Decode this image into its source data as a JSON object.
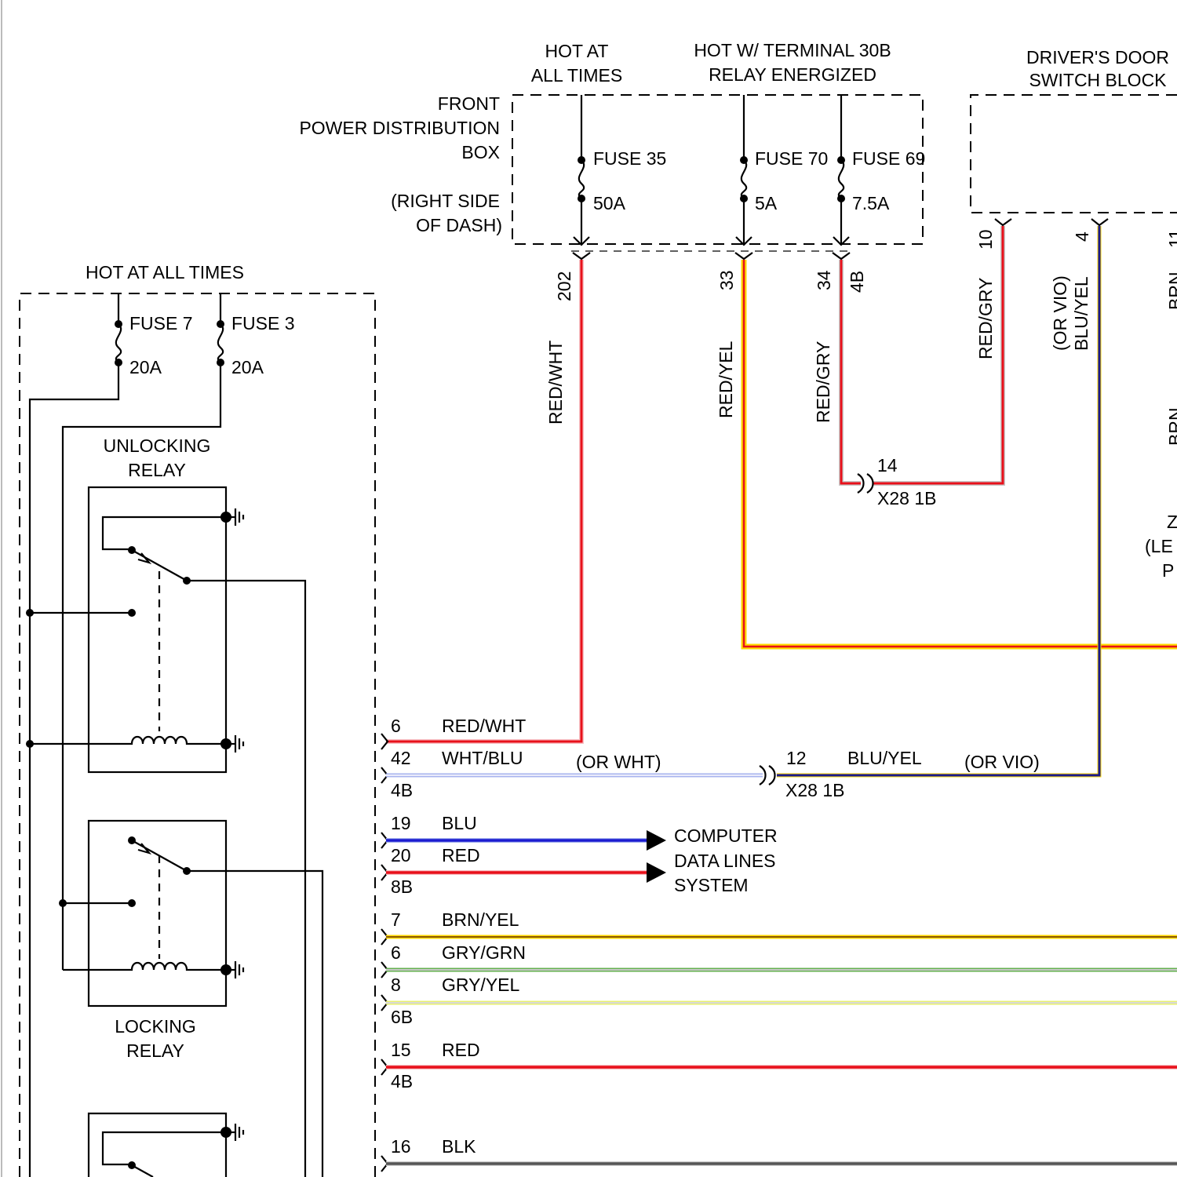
{
  "colors": {
    "red": "#e8101a",
    "blue": "#1b1bd0",
    "navy": "#1a1a8c",
    "yellow": "#ffd800",
    "brown": "#8b5a00",
    "green": "#64b050",
    "lightyellow": "#e8f070",
    "gray": "#555555",
    "pale_blue": "#a8b4ee"
  },
  "fpdb": {
    "label_lines": [
      "FRONT",
      "POWER DISTRIBUTION",
      "BOX"
    ],
    "location_lines": [
      "(RIGHT SIDE",
      "OF DASH)"
    ],
    "hot_at_all_times_lines": [
      "HOT AT",
      "ALL TIMES"
    ],
    "hot_w_terminal_lines": [
      "HOT W/ TERMINAL 30B",
      "RELAY ENERGIZED"
    ],
    "fuses": [
      {
        "name": "FUSE 35",
        "rating": "50A"
      },
      {
        "name": "FUSE 70",
        "rating": "5A"
      },
      {
        "name": "FUSE 69",
        "rating": "7.5A"
      }
    ],
    "pins": [
      "202",
      "33",
      "34"
    ],
    "connector": "4B"
  },
  "left_box": {
    "hot_label": "HOT AT ALL TIMES",
    "fuses": [
      {
        "name": "FUSE 7",
        "rating": "20A"
      },
      {
        "name": "FUSE 3",
        "rating": "20A"
      }
    ],
    "unlocking_relay_lines": [
      "UNLOCKING",
      "RELAY"
    ],
    "locking_relay_lines": [
      "LOCKING",
      "RELAY"
    ]
  },
  "drivers_door": {
    "label_lines": [
      "DRIVER'S DOOR",
      "SWITCH BLOCK"
    ],
    "pins": [
      "10",
      "4",
      "11"
    ],
    "partial_labels": [
      "Z",
      "(LE",
      "P"
    ],
    "partial_wire_labels": [
      "BRN",
      "BRN"
    ]
  },
  "vertical_wires": {
    "w202": "RED/WHT",
    "w33": "RED/YEL",
    "w34": "RED/GRY",
    "w10": "RED/GRY",
    "w4_alt": "(OR VIO)",
    "w4": "BLU/YEL"
  },
  "x28_upper": {
    "pin": "14",
    "connector": "X28 1B"
  },
  "x28_lower": {
    "pin": "12",
    "connector": "X28 1B",
    "wire": "BLU/YEL",
    "alt": "(OR VIO)"
  },
  "module_rows": [
    {
      "pin": "6",
      "color": "RED/WHT"
    },
    {
      "pin": "42",
      "color": "WHT/BLU",
      "alt": "(OR WHT)",
      "connector": "4B"
    },
    {
      "pin": "19",
      "color": "BLU"
    },
    {
      "pin": "20",
      "color": "RED",
      "connector": "8B"
    },
    {
      "pin": "7",
      "color": "BRN/YEL"
    },
    {
      "pin": "6",
      "color": "GRY/GRN"
    },
    {
      "pin": "8",
      "color": "GRY/YEL",
      "connector": "6B"
    },
    {
      "pin": "15",
      "color": "RED",
      "connector": "4B"
    },
    {
      "pin": "16",
      "color": "BLK"
    }
  ],
  "computer_data_lines": [
    "COMPUTER",
    "DATA LINES",
    "SYSTEM"
  ]
}
